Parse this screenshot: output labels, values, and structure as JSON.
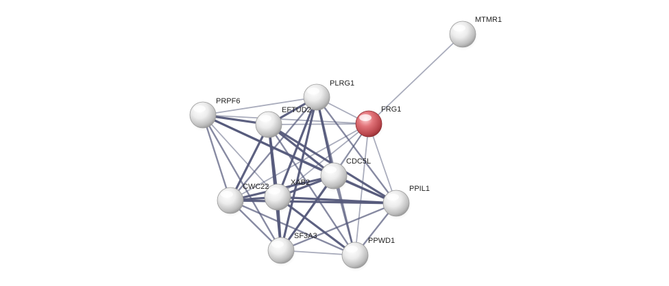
{
  "network": {
    "nodes": [
      {
        "id": "MTMR1",
        "label": "MTMR1",
        "query": false
      },
      {
        "id": "FRG1",
        "label": "FRG1",
        "query": true
      },
      {
        "id": "PLRG1",
        "label": "PLRG1",
        "query": false
      },
      {
        "id": "PRPF6",
        "label": "PRPF6",
        "query": false
      },
      {
        "id": "EFTUD2",
        "label": "EFTUD2",
        "query": false
      },
      {
        "id": "CDC5L",
        "label": "CDC5L",
        "query": false
      },
      {
        "id": "XAB2",
        "label": "XAB2",
        "query": false
      },
      {
        "id": "CWC22",
        "label": "CWC22",
        "query": false
      },
      {
        "id": "PPIL1",
        "label": "PPIL1",
        "query": false
      },
      {
        "id": "SF3A3",
        "label": "SF3A3",
        "query": false
      },
      {
        "id": "PPWD1",
        "label": "PPWD1",
        "query": false
      }
    ],
    "edges": [
      {
        "source": "FRG1",
        "target": "MTMR1",
        "strength": 1
      },
      {
        "source": "FRG1",
        "target": "PLRG1",
        "strength": 1
      },
      {
        "source": "FRG1",
        "target": "EFTUD2",
        "strength": 1
      },
      {
        "source": "FRG1",
        "target": "PRPF6",
        "strength": 1
      },
      {
        "source": "FRG1",
        "target": "CDC5L",
        "strength": 1
      },
      {
        "source": "FRG1",
        "target": "XAB2",
        "strength": 1
      },
      {
        "source": "FRG1",
        "target": "CWC22",
        "strength": 1
      },
      {
        "source": "FRG1",
        "target": "PPIL1",
        "strength": 1
      },
      {
        "source": "FRG1",
        "target": "PPWD1",
        "strength": 1
      },
      {
        "source": "FRG1",
        "target": "SF3A3",
        "strength": 1
      },
      {
        "source": "PLRG1",
        "target": "PRPF6",
        "strength": 1
      },
      {
        "source": "PLRG1",
        "target": "EFTUD2",
        "strength": 3
      },
      {
        "source": "PLRG1",
        "target": "CDC5L",
        "strength": 3
      },
      {
        "source": "PLRG1",
        "target": "XAB2",
        "strength": 3
      },
      {
        "source": "PLRG1",
        "target": "CWC22",
        "strength": 2
      },
      {
        "source": "PLRG1",
        "target": "SF3A3",
        "strength": 3
      },
      {
        "source": "PLRG1",
        "target": "PPIL1",
        "strength": 2
      },
      {
        "source": "PLRG1",
        "target": "PPWD1",
        "strength": 2
      },
      {
        "source": "PRPF6",
        "target": "EFTUD2",
        "strength": 3
      },
      {
        "source": "PRPF6",
        "target": "CDC5L",
        "strength": 3
      },
      {
        "source": "PRPF6",
        "target": "XAB2",
        "strength": 1
      },
      {
        "source": "PRPF6",
        "target": "CWC22",
        "strength": 2
      },
      {
        "source": "PRPF6",
        "target": "SF3A3",
        "strength": 2
      },
      {
        "source": "PRPF6",
        "target": "PPIL1",
        "strength": 2
      },
      {
        "source": "EFTUD2",
        "target": "CDC5L",
        "strength": 3
      },
      {
        "source": "EFTUD2",
        "target": "XAB2",
        "strength": 3
      },
      {
        "source": "EFTUD2",
        "target": "CWC22",
        "strength": 3
      },
      {
        "source": "EFTUD2",
        "target": "SF3A3",
        "strength": 3
      },
      {
        "source": "EFTUD2",
        "target": "PPIL1",
        "strength": 3
      },
      {
        "source": "EFTUD2",
        "target": "PPWD1",
        "strength": 2
      },
      {
        "source": "CDC5L",
        "target": "XAB2",
        "strength": 3
      },
      {
        "source": "CDC5L",
        "target": "CWC22",
        "strength": 3
      },
      {
        "source": "CDC5L",
        "target": "SF3A3",
        "strength": 3
      },
      {
        "source": "CDC5L",
        "target": "PPIL1",
        "strength": 3
      },
      {
        "source": "CDC5L",
        "target": "PPWD1",
        "strength": 2
      },
      {
        "source": "XAB2",
        "target": "CWC22",
        "strength": 3
      },
      {
        "source": "XAB2",
        "target": "SF3A3",
        "strength": 3
      },
      {
        "source": "XAB2",
        "target": "PPIL1",
        "strength": 3
      },
      {
        "source": "XAB2",
        "target": "PPWD1",
        "strength": 3
      },
      {
        "source": "CWC22",
        "target": "SF3A3",
        "strength": 2
      },
      {
        "source": "CWC22",
        "target": "PPIL1",
        "strength": 3
      },
      {
        "source": "CWC22",
        "target": "PPWD1",
        "strength": 2
      },
      {
        "source": "SF3A3",
        "target": "PPIL1",
        "strength": 2
      },
      {
        "source": "SF3A3",
        "target": "PPWD1",
        "strength": 1
      },
      {
        "source": "PPIL1",
        "target": "PPWD1",
        "strength": 2
      }
    ]
  },
  "colors": {
    "edge": "#54597a",
    "node_default": "#e6e6e6",
    "node_query": "#d95f64",
    "label": "#222222"
  }
}
